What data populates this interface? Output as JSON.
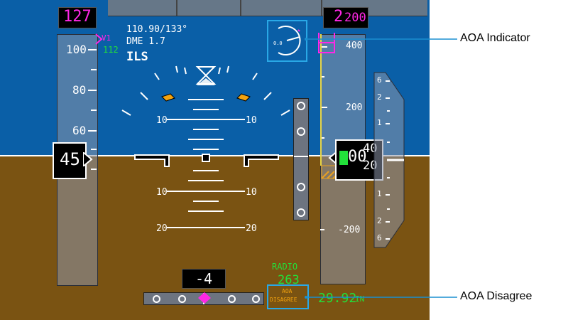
{
  "speed": {
    "selected": "127",
    "current": "45",
    "scale": [
      "100",
      "80",
      "60"
    ],
    "v1_label": "V1",
    "v1_value": "112"
  },
  "nav": {
    "freq_course": "110.90/133°",
    "dme": "DME 1.7",
    "mode": "ILS"
  },
  "pitch_labels": [
    "10",
    "10",
    "10",
    "10",
    "20",
    "20"
  ],
  "altitude": {
    "selected_big": "2",
    "selected_small": "200",
    "scale": [
      "400",
      "200",
      "-200"
    ],
    "current_green": "00",
    "current_upper": "40",
    "current_lower": "20"
  },
  "heading_indicator": "-4",
  "radio": {
    "label": "RADIO",
    "value": "263"
  },
  "baro": {
    "value": "29.92",
    "unit": "IN"
  },
  "aoa": {
    "gauge_text": "0.0",
    "disagree_line1": "AOA",
    "disagree_line2": "DISAGREE"
  },
  "vsi_scale": [
    "6",
    "2",
    "1",
    "1",
    "2",
    "6"
  ],
  "callouts": {
    "aoa_indicator": "AOA Indicator",
    "aoa_disagree": "AOA Disagree"
  },
  "colors": {
    "sky": "#0a5fa7",
    "ground": "#7a5312",
    "magenta": "#ff27e6",
    "green": "#22e03a",
    "amber": "#f3a30f",
    "callout_line": "#1a8fd0"
  }
}
